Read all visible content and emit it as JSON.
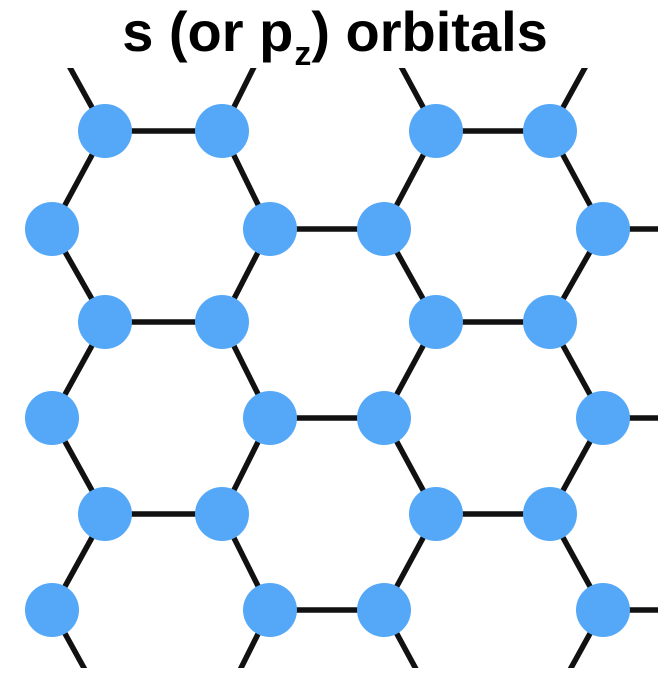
{
  "title": {
    "prefix": "s (or p",
    "subscript": "z",
    "suffix": ") orbitals"
  },
  "colors": {
    "atom": "#55a8f7",
    "bond": "#111111",
    "background": "#ffffff"
  },
  "lattice": {
    "structure": "honeycomb",
    "node_icon": "circle-atom",
    "bond_icon": "line-bond"
  }
}
